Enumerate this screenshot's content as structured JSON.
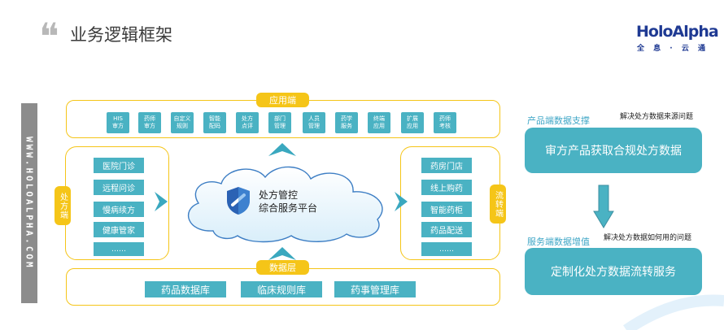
{
  "header": {
    "quote_mark": "❝",
    "title": "业务逻辑框架",
    "logo": "HoloAlpha",
    "logo_sub": "全 息 · 云 通"
  },
  "sidebar": {
    "text": "WWW.HOLOALPHA.COM"
  },
  "app_layer": {
    "label": "应用端",
    "items": [
      [
        "HIS",
        "审方"
      ],
      [
        "药师",
        "审方"
      ],
      [
        "自定义",
        "规则"
      ],
      [
        "智能",
        "配码"
      ],
      [
        "处方",
        "点评"
      ],
      [
        "部门",
        "管理"
      ],
      [
        "人员",
        "管理"
      ],
      [
        "药学",
        "服务"
      ],
      [
        "终端",
        "应用"
      ],
      [
        "扩展",
        "应用"
      ],
      [
        "药师",
        "考核"
      ]
    ]
  },
  "left_panel": {
    "label": "处方端",
    "items": [
      "医院门诊",
      "远程问诊",
      "慢病续方",
      "健康管家",
      "……"
    ]
  },
  "right_panel": {
    "label": "流转端",
    "items": [
      "药房门店",
      "线上购药",
      "智能药柜",
      "药品配送",
      "……"
    ]
  },
  "platform": {
    "line1": "处方管控",
    "line2": "综合服务平台"
  },
  "data_layer": {
    "label": "数据层",
    "items": [
      "药品数据库",
      "临床规则库",
      "药事管理库"
    ]
  },
  "product_side": {
    "label": "产品端数据支撑",
    "note": "解决处方数据来源问题",
    "card": "审方产品获取合规处方数据"
  },
  "service_side": {
    "label": "服务端数据增值",
    "note": "解决处方数据如何用的问题",
    "card": "定制化处方数据流转服务"
  },
  "colors": {
    "teal": "#4ab2c3",
    "gold": "#f5c518",
    "brand": "#1f3a93",
    "gray": "#8c8c8c"
  }
}
